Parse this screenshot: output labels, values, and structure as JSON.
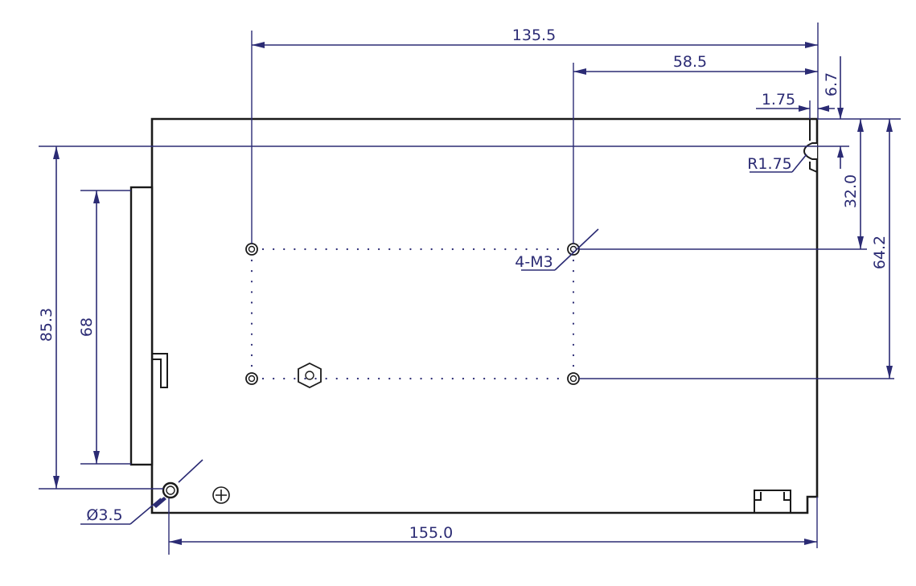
{
  "dimensions": {
    "top_width": "135.5",
    "hole_offset": "58.5",
    "notch_width": "1.75",
    "notch_offset_v": "6.7",
    "notch_radius": "R1.75",
    "hole_spacing_top": "32.0",
    "hole_spacing_total": "64.2",
    "overall_height": "85.3",
    "terminal_length": "68",
    "mount_hole_label": "4-M3",
    "corner_hole": "Ø3.5",
    "bottom_width": "155.0"
  },
  "colors": {
    "dimension": "#2b2b74",
    "outline": "#1a1a1a"
  },
  "symbols": {
    "ground": "ground-symbol-icon",
    "nut": "hex-nut-icon"
  }
}
